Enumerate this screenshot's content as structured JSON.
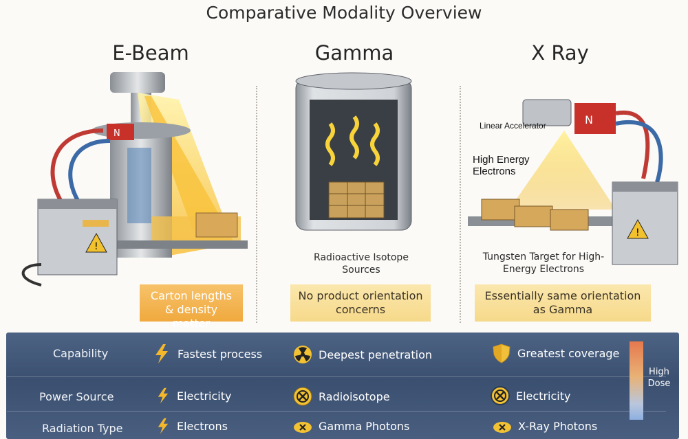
{
  "title": "Comparative Modality Overview",
  "columns": [
    {
      "name": "E-Beam",
      "callout": "Carton lengths & density matter"
    },
    {
      "name": "Gamma",
      "caption": "Radioactive Isotope Sources",
      "callout": "No product orientation concerns"
    },
    {
      "name": "X Ray",
      "labels": {
        "accelerator": "Linear Accelerator",
        "electrons": "High Energy Electrons",
        "target": "Tungsten Target for High-Energy Electrons"
      },
      "callout": "Essentially same orientation as Gamma"
    }
  ],
  "table": {
    "rows": [
      {
        "label": "Capability",
        "cells": [
          "Fastest process",
          "Deepest penetration",
          "Greatest coverage"
        ]
      },
      {
        "label": "Power Source",
        "cells": [
          "Electricity",
          "Radioisotope",
          "Electricity"
        ]
      },
      {
        "label": "Radiation Type",
        "cells": [
          "Electrons",
          "Gamma Photons",
          "X-Ray Photons"
        ]
      }
    ],
    "scale_label": "High Dose"
  },
  "colors": {
    "accent_orange": "#f0a93e",
    "callout_yellow": "#f6d98a",
    "panel_blue": "#3b5070"
  },
  "icons": {
    "lightning": "lightning-icon",
    "radiation": "radiation-icon",
    "shield": "shield-icon",
    "isotope": "isotope-icon"
  }
}
